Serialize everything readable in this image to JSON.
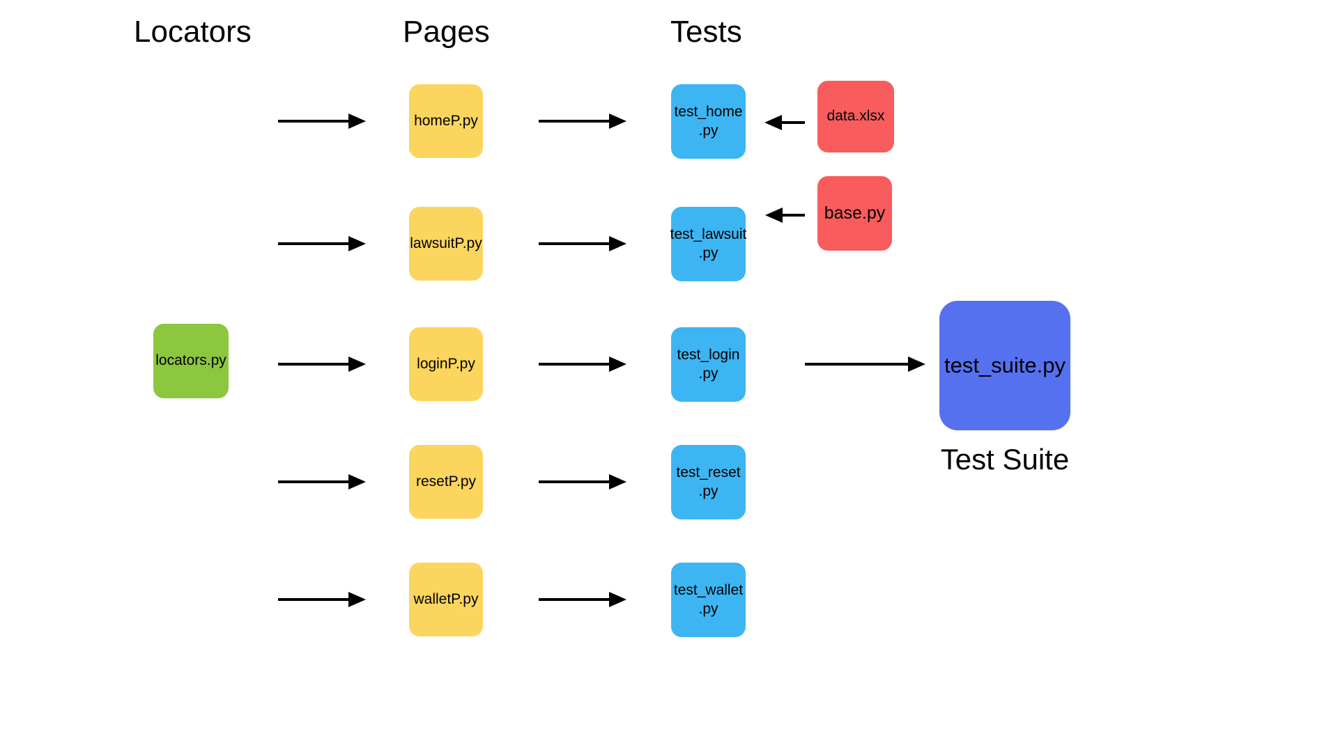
{
  "colors": {
    "locators_green": "#8DC63F",
    "pages_yellow": "#FBD55E",
    "tests_blue": "#3DB5F2",
    "helpers_red": "#F85C5C",
    "suite_blue": "#5671F0",
    "arrow": "#000000",
    "background": "#FFFFFF"
  },
  "headers": {
    "locators": "Locators",
    "pages": "Pages",
    "tests": "Tests"
  },
  "locators": {
    "label": "locators.py"
  },
  "pages": [
    {
      "label": "homeP.py"
    },
    {
      "label": "lawsuitP.py"
    },
    {
      "label": "loginP.py"
    },
    {
      "label": "resetP.py"
    },
    {
      "label": "walletP.py"
    }
  ],
  "tests": [
    {
      "label": "test_home\n.py"
    },
    {
      "label": "test_lawsuit\n.py"
    },
    {
      "label": "test_login\n.py"
    },
    {
      "label": "test_reset\n.py"
    },
    {
      "label": "test_wallet\n.py"
    }
  ],
  "helpers": [
    {
      "label": "data.xlsx"
    },
    {
      "label": "base.py"
    }
  ],
  "suite": {
    "label": "test_suite.py",
    "caption": "Test Suite"
  }
}
